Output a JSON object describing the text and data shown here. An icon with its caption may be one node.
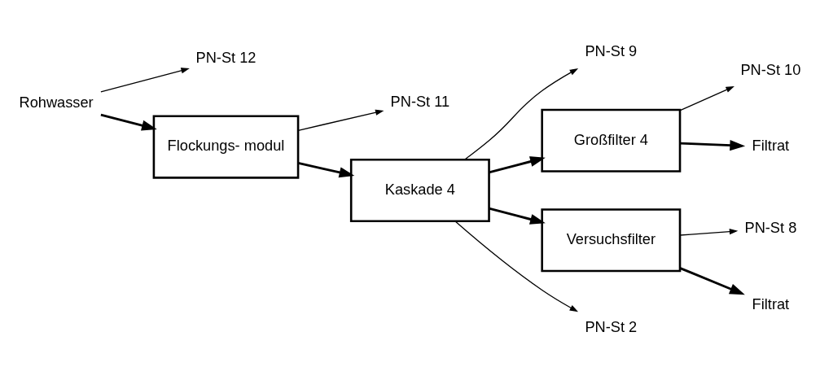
{
  "diagram": {
    "nodes": [
      {
        "text": [
          "Rohwasser"
        ]
      },
      {
        "text": [
          "PN-St 12"
        ]
      },
      {
        "text": [
          "Flockungs- modul"
        ]
      },
      {
        "text": [
          "PN-St 11"
        ]
      },
      {
        "text": [
          "Kaskade 4"
        ]
      },
      {
        "text": [
          "PN-St 9"
        ]
      },
      {
        "text": [
          "Großfilter 4"
        ]
      },
      {
        "text": [
          "PN-St 10"
        ]
      },
      {
        "text": [
          "Filtrat"
        ]
      },
      {
        "text": [
          "Versuchsfilter"
        ]
      },
      {
        "text": [
          "PN-St 2"
        ]
      },
      {
        "text": [
          "PN-St 8"
        ]
      },
      {
        "text": [
          "Filtrat"
        ]
      }
    ],
    "edges": [
      {
        "from": 0,
        "to": 2,
        "arrow": "to",
        "style": "thick"
      },
      {
        "from": 0,
        "to": 1,
        "arrow": "to"
      },
      {
        "from": 2,
        "to": 4,
        "arrow": "to",
        "style": "thick"
      },
      {
        "from": 2,
        "to": 3,
        "arrow": "to"
      },
      {
        "from": 4,
        "to": 6,
        "arrow": "to",
        "style": "thick"
      },
      {
        "from": 4,
        "to": 5,
        "arrow": "to"
      },
      {
        "from": 4,
        "to": 9,
        "arrow": "to",
        "style": "thick"
      },
      {
        "from": 4,
        "to": 10,
        "arrow": "to"
      },
      {
        "from": 6,
        "to": 7,
        "arrow": "to"
      },
      {
        "from": 6,
        "to": 8,
        "arrow": "to",
        "style": "thick"
      },
      {
        "from": 9,
        "to": 11,
        "arrow": "to"
      },
      {
        "from": 9,
        "to": 12,
        "arrow": "to",
        "style": "thick"
      }
    ]
  }
}
